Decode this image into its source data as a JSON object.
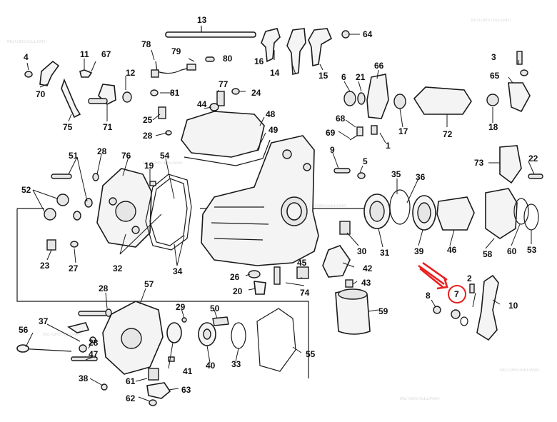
{
  "diagram": {
    "callouts": [
      {
        "id": "13",
        "label": "13"
      },
      {
        "id": "64",
        "label": "64"
      },
      {
        "id": "78",
        "label": "78"
      },
      {
        "id": "4",
        "label": "4"
      },
      {
        "id": "11",
        "label": "11"
      },
      {
        "id": "67",
        "label": "67"
      },
      {
        "id": "79",
        "label": "79"
      },
      {
        "id": "80",
        "label": "80"
      },
      {
        "id": "16",
        "label": "16"
      },
      {
        "id": "14",
        "label": "14"
      },
      {
        "id": "15",
        "label": "15"
      },
      {
        "id": "3",
        "label": "3"
      },
      {
        "id": "12",
        "label": "12"
      },
      {
        "id": "70",
        "label": "70"
      },
      {
        "id": "81",
        "label": "81"
      },
      {
        "id": "77",
        "label": "77"
      },
      {
        "id": "24",
        "label": "24"
      },
      {
        "id": "6",
        "label": "6"
      },
      {
        "id": "21",
        "label": "21"
      },
      {
        "id": "66",
        "label": "66"
      },
      {
        "id": "65",
        "label": "65"
      },
      {
        "id": "44",
        "label": "44"
      },
      {
        "id": "75",
        "label": "75"
      },
      {
        "id": "71",
        "label": "71"
      },
      {
        "id": "25",
        "label": "25"
      },
      {
        "id": "48",
        "label": "48"
      },
      {
        "id": "68",
        "label": "68"
      },
      {
        "id": "17",
        "label": "17"
      },
      {
        "id": "72",
        "label": "72"
      },
      {
        "id": "18",
        "label": "18"
      },
      {
        "id": "28a",
        "label": "28"
      },
      {
        "id": "49",
        "label": "49"
      },
      {
        "id": "69",
        "label": "69"
      },
      {
        "id": "1",
        "label": "1"
      },
      {
        "id": "51",
        "label": "51"
      },
      {
        "id": "28b",
        "label": "28"
      },
      {
        "id": "76",
        "label": "76"
      },
      {
        "id": "54",
        "label": "54"
      },
      {
        "id": "9",
        "label": "9"
      },
      {
        "id": "5",
        "label": "5"
      },
      {
        "id": "73",
        "label": "73"
      },
      {
        "id": "22",
        "label": "22"
      },
      {
        "id": "19",
        "label": "19"
      },
      {
        "id": "35",
        "label": "35"
      },
      {
        "id": "36",
        "label": "36"
      },
      {
        "id": "52",
        "label": "52"
      },
      {
        "id": "31",
        "label": "31"
      },
      {
        "id": "30",
        "label": "30"
      },
      {
        "id": "39",
        "label": "39"
      },
      {
        "id": "46",
        "label": "46"
      },
      {
        "id": "58",
        "label": "58"
      },
      {
        "id": "60",
        "label": "60"
      },
      {
        "id": "53",
        "label": "53"
      },
      {
        "id": "32",
        "label": "32"
      },
      {
        "id": "34",
        "label": "34"
      },
      {
        "id": "23",
        "label": "23"
      },
      {
        "id": "27",
        "label": "27"
      },
      {
        "id": "42",
        "label": "42"
      },
      {
        "id": "26",
        "label": "26"
      },
      {
        "id": "45",
        "label": "45"
      },
      {
        "id": "2",
        "label": "2"
      },
      {
        "id": "43",
        "label": "43"
      },
      {
        "id": "20",
        "label": "20"
      },
      {
        "id": "74",
        "label": "74"
      },
      {
        "id": "8",
        "label": "8"
      },
      {
        "id": "7",
        "label": "7"
      },
      {
        "id": "10",
        "label": "10"
      },
      {
        "id": "28c",
        "label": "28"
      },
      {
        "id": "57",
        "label": "57"
      },
      {
        "id": "29",
        "label": "29"
      },
      {
        "id": "50",
        "label": "50"
      },
      {
        "id": "59",
        "label": "59"
      },
      {
        "id": "37",
        "label": "37"
      },
      {
        "id": "56",
        "label": "56"
      },
      {
        "id": "28d",
        "label": "28"
      },
      {
        "id": "47",
        "label": "47"
      },
      {
        "id": "41",
        "label": "41"
      },
      {
        "id": "40",
        "label": "40"
      },
      {
        "id": "33",
        "label": "33"
      },
      {
        "id": "55",
        "label": "55"
      },
      {
        "id": "38",
        "label": "38"
      },
      {
        "id": "61",
        "label": "61"
      },
      {
        "id": "63",
        "label": "63"
      },
      {
        "id": "62",
        "label": "62"
      }
    ],
    "highlight": {
      "label": "7",
      "color": "#e8201e",
      "arrow_color": "#e8201e"
    },
    "watermark": {
      "text": "MOTORSTEELPART",
      "color": "#bbbbbb"
    }
  }
}
